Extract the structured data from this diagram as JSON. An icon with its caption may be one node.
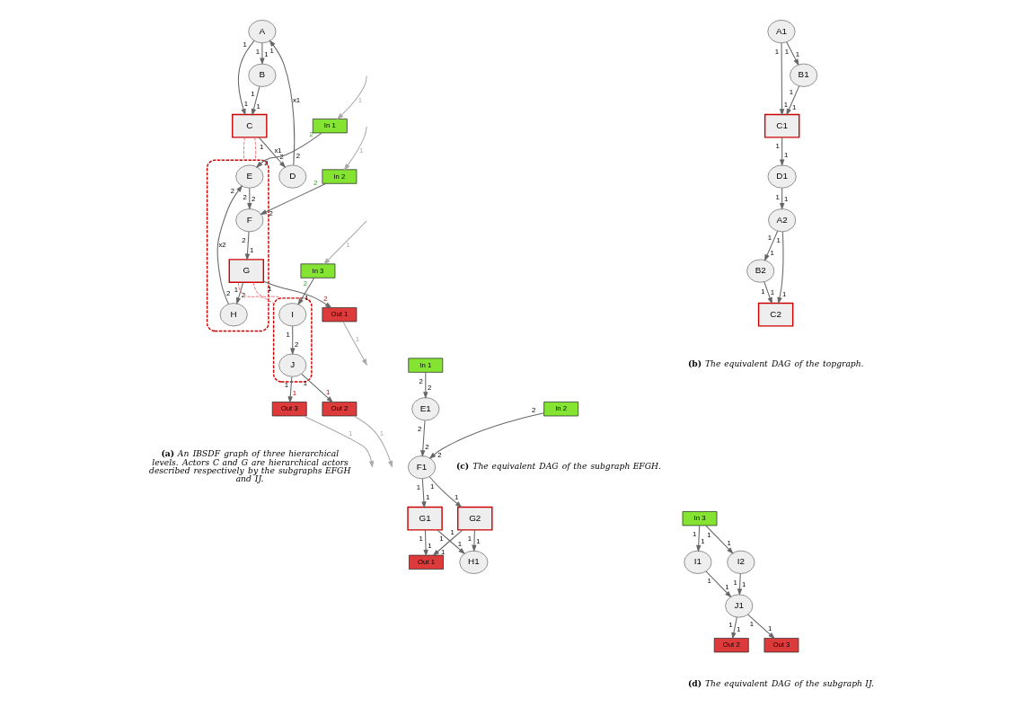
{
  "diagram": {
    "nodes": [
      {
        "text": [
          "A"
        ]
      },
      {
        "text": [
          "B"
        ]
      },
      {
        "text": [
          "C"
        ]
      },
      {
        "text": [
          "D"
        ]
      },
      {
        "text": [],
        "shape": "box"
      },
      {
        "text": [
          "In 2"
        ]
      },
      {
        "text": [
          "In 1"
        ]
      },
      {
        "text": [
          "E"
        ],
        "in": 4
      },
      {
        "text": [
          "F"
        ],
        "in": 4
      },
      {
        "text": [
          "H"
        ],
        "in": 4
      },
      {
        "text": [
          "G"
        ],
        "in": 4
      },
      {
        "text": [
          "Out 1"
        ]
      },
      {
        "text": [],
        "shape": "box"
      },
      {
        "text": [
          "In 3"
        ]
      },
      {
        "text": [
          "I"
        ],
        "in": 12
      },
      {
        "text": [
          "J"
        ],
        "in": 12
      },
      {
        "text": [
          "Out 3"
        ]
      },
      {
        "text": [
          "Out 2"
        ]
      },
      {
        "text": [
          "C1"
        ]
      },
      {
        "text": [
          "A2"
        ]
      },
      {
        "text": [
          "B1"
        ]
      },
      {
        "text": [
          "D1"
        ]
      },
      {
        "text": [
          "B2"
        ]
      },
      {
        "text": [
          "A1"
        ]
      },
      {
        "text": [
          "C2"
        ]
      },
      {
        "text": [
          "G1"
        ]
      },
      {
        "text": [
          "In 2"
        ]
      },
      {
        "text": [
          "F1"
        ]
      },
      {
        "text": [
          "Out 1"
        ]
      },
      {
        "text": [
          "G2"
        ]
      },
      {
        "text": [
          "H1"
        ]
      },
      {
        "text": [
          "In 1"
        ]
      },
      {
        "text": [
          "E1"
        ]
      },
      {
        "text": [
          "I1"
        ]
      },
      {
        "text": [
          "In 3"
        ]
      },
      {
        "text": [
          "J1"
        ]
      },
      {
        "text": [
          "Out 2"
        ]
      },
      {
        "text": [
          "I2"
        ]
      },
      {
        "text": [
          "Out 3"
        ]
      }
    ],
    "edges": [
      {
        "from": 3,
        "to": 0,
        "arrow": "to",
        "label": "x1"
      },
      {
        "from": 0,
        "to": 1,
        "arrow": "to"
      },
      {
        "from": 1,
        "to": 2,
        "arrow": "to"
      },
      {
        "from": 0,
        "to": 2,
        "arrow": "to"
      },
      {
        "from": 2,
        "to": 3,
        "arrow": "to",
        "label": "x1"
      },
      {
        "from": 2,
        "to": 4,
        "arrow": "none",
        "style": "dashed",
        "color": "#f08080"
      },
      {
        "from": 2,
        "to": 4,
        "arrow": "none",
        "style": "dashed",
        "color": "#f08080"
      },
      {
        "from": null,
        "to": 5,
        "arrow": "to",
        "label": "1",
        "color": "#aaaaaa"
      },
      {
        "from": null,
        "to": 6,
        "arrow": "to",
        "label": "1",
        "color": "#aaaaaa"
      },
      {
        "from": 5,
        "to": 8,
        "arrow": "to"
      },
      {
        "from": 6,
        "to": 7,
        "arrow": "to"
      },
      {
        "from": 7,
        "to": 8,
        "arrow": "to"
      },
      {
        "from": 9,
        "to": 7,
        "arrow": "to",
        "label": "x2"
      },
      {
        "from": 8,
        "to": 10,
        "arrow": "to"
      },
      {
        "from": 10,
        "to": 9,
        "arrow": "to"
      },
      {
        "from": 10,
        "to": 11,
        "arrow": "to"
      },
      {
        "from": 11,
        "to": null,
        "arrow": "to",
        "label": "1",
        "color": "#aaaaaa"
      },
      {
        "from": 10,
        "to": 12,
        "arrow": "none",
        "style": "dashed",
        "color": "#f08080"
      },
      {
        "from": 10,
        "to": 12,
        "arrow": "none",
        "style": "dashed",
        "color": "#f08080"
      },
      {
        "from": null,
        "to": 13,
        "arrow": "to",
        "label": "1",
        "color": "#aaaaaa"
      },
      {
        "from": 13,
        "to": 14,
        "arrow": "to"
      },
      {
        "from": 14,
        "to": 15,
        "arrow": "to"
      },
      {
        "from": 15,
        "to": 17,
        "arrow": "to"
      },
      {
        "from": 15,
        "to": 16,
        "arrow": "to"
      },
      {
        "from": 16,
        "to": null,
        "arrow": "to",
        "label": "1",
        "color": "#aaaaaa"
      },
      {
        "from": 17,
        "to": null,
        "arrow": "to",
        "label": "1",
        "color": "#aaaaaa"
      },
      {
        "from": 20,
        "to": 18,
        "arrow": "to"
      },
      {
        "from": 23,
        "to": 18,
        "arrow": "to"
      },
      {
        "from": 23,
        "to": 20,
        "arrow": "to"
      },
      {
        "from": 18,
        "to": 21,
        "arrow": "to"
      },
      {
        "from": 21,
        "to": 19,
        "arrow": "to"
      },
      {
        "from": 19,
        "to": 22,
        "arrow": "to"
      },
      {
        "from": 19,
        "to": 24,
        "arrow": "to"
      },
      {
        "from": 22,
        "to": 24,
        "arrow": "to"
      },
      {
        "from": 26,
        "to": 27,
        "arrow": "to"
      },
      {
        "from": 31,
        "to": 32,
        "arrow": "to"
      },
      {
        "from": 32,
        "to": 27,
        "arrow": "to"
      },
      {
        "from": 27,
        "to": 25,
        "arrow": "to"
      },
      {
        "from": 27,
        "to": 29,
        "arrow": "to"
      },
      {
        "from": 25,
        "to": 28,
        "arrow": "to"
      },
      {
        "from": 25,
        "to": 30,
        "arrow": "to"
      },
      {
        "from": 29,
        "to": 28,
        "arrow": "to"
      },
      {
        "from": 29,
        "to": 30,
        "arrow": "to"
      },
      {
        "from": 34,
        "to": 33,
        "arrow": "to"
      },
      {
        "from": 34,
        "to": 37,
        "arrow": "to"
      },
      {
        "from": 33,
        "to": 35,
        "arrow": "to"
      },
      {
        "from": 37,
        "to": 35,
        "arrow": "to"
      },
      {
        "from": 35,
        "to": 36,
        "arrow": "to"
      },
      {
        "from": 35,
        "to": 38,
        "arrow": "to"
      }
    ],
    "labels": [
      "2",
      "1",
      "1",
      "1",
      "1",
      "1",
      "1",
      "1",
      "1",
      "2",
      "2",
      "2",
      "2",
      "2",
      "2",
      "2",
      "2",
      "2",
      "2",
      "1",
      "1",
      "2",
      "1",
      "2",
      "2",
      "1",
      "1",
      "2",
      "1",
      "1",
      "1",
      "1",
      "1",
      "1",
      "1",
      "1",
      "1",
      "1",
      "1",
      "1",
      "1",
      "1",
      "1",
      "1",
      "1",
      "1",
      "1",
      "1",
      "2",
      "2",
      "2",
      "2",
      "2",
      "2",
      "1",
      "1",
      "1",
      "1",
      "1",
      "1",
      "1",
      "1",
      "1",
      "1",
      "1",
      "1",
      "1",
      "1",
      "1",
      "1",
      "1",
      "1",
      "1",
      "1",
      "1",
      "1",
      "1",
      "1",
      "**(a)** *An IBSDF graph of three hierarchical levels. Actors C and G are hierarchical actors described respectively by the subgraphs EFGH and IJ.*",
      "**(b)** *The equivalent DAG of the topgraph.*",
      "**(c)** *The equivalent DAG of the subgraph EFGH.*",
      "**(d)** *The equivalent DAG of the subgraph IJ.*"
    ]
  }
}
